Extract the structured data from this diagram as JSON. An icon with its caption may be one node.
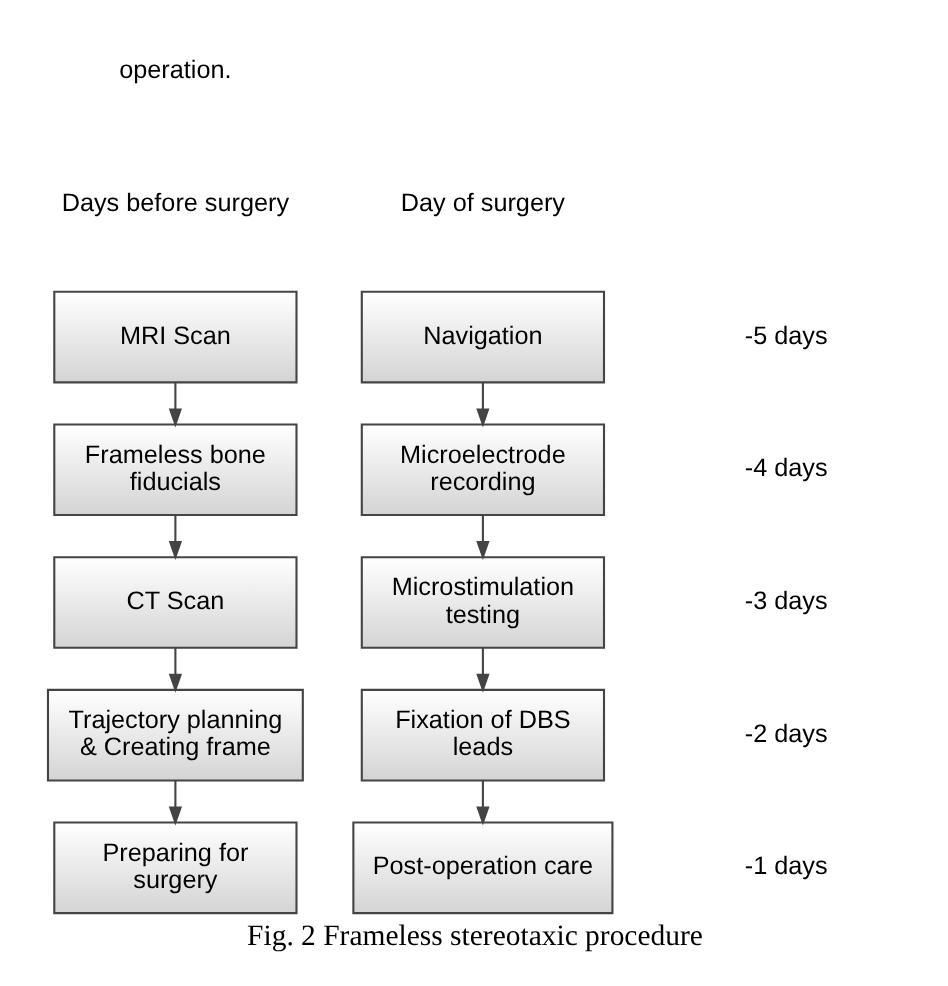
{
  "diagram": {
    "caption": "Fig. 2 Frameless stereotaxic procedure",
    "nodes": [
      {
        "text": [
          "MRI Scan"
        ]
      },
      {
        "text": [
          "Frameless bone fiducials"
        ]
      },
      {
        "text": [
          "CT Scan"
        ]
      },
      {
        "text": [
          "Trajectory planning & Creating frame"
        ]
      },
      {
        "text": [
          "Preparing for surgery"
        ]
      },
      {
        "text": [
          "Navigation"
        ]
      },
      {
        "text": [
          "Microelectrode recording"
        ]
      },
      {
        "text": [
          "Microstimulation testing"
        ]
      },
      {
        "text": [
          "Fixation of DBS leads"
        ]
      },
      {
        "text": [
          "Post-operation care"
        ]
      }
    ],
    "edges": [
      {
        "from": 0,
        "to": 1,
        "arrow": "to"
      },
      {
        "from": 1,
        "to": 2,
        "arrow": "to"
      },
      {
        "from": 2,
        "to": 3,
        "arrow": "to"
      },
      {
        "from": 3,
        "to": 4,
        "arrow": "to"
      },
      {
        "from": 5,
        "to": 6,
        "arrow": "to"
      },
      {
        "from": 6,
        "to": 7,
        "arrow": "to"
      },
      {
        "from": 7,
        "to": 8,
        "arrow": "to"
      },
      {
        "from": 8,
        "to": 9,
        "arrow": "to"
      }
    ],
    "labels": [
      "operation.",
      "Days before surgery",
      "Day of surgery",
      "-5 days",
      "-4 days",
      "-3 days",
      "-2 days",
      "-1 days"
    ]
  }
}
